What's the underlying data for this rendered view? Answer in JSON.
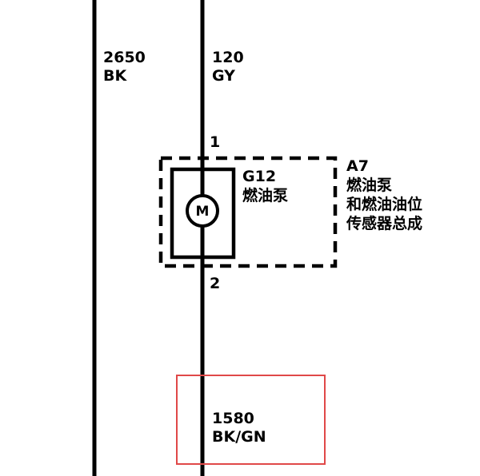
{
  "wires": {
    "left": {
      "circuit": "2650",
      "color_code": "BK"
    },
    "center_top": {
      "circuit": "120",
      "color_code": "GY"
    },
    "center_bottom": {
      "circuit": "1580",
      "color_code": "BK/GN"
    }
  },
  "pins": {
    "top": "1",
    "bottom": "2"
  },
  "component": {
    "ref": "G12",
    "name": "燃油泵",
    "motor_symbol": "M"
  },
  "assembly": {
    "ref": "A7",
    "name_line1": "燃油泵",
    "name_line2": "和燃油油位",
    "name_line3": "传感器总成"
  },
  "colors": {
    "line": "#000000",
    "highlight": "#e04848"
  }
}
